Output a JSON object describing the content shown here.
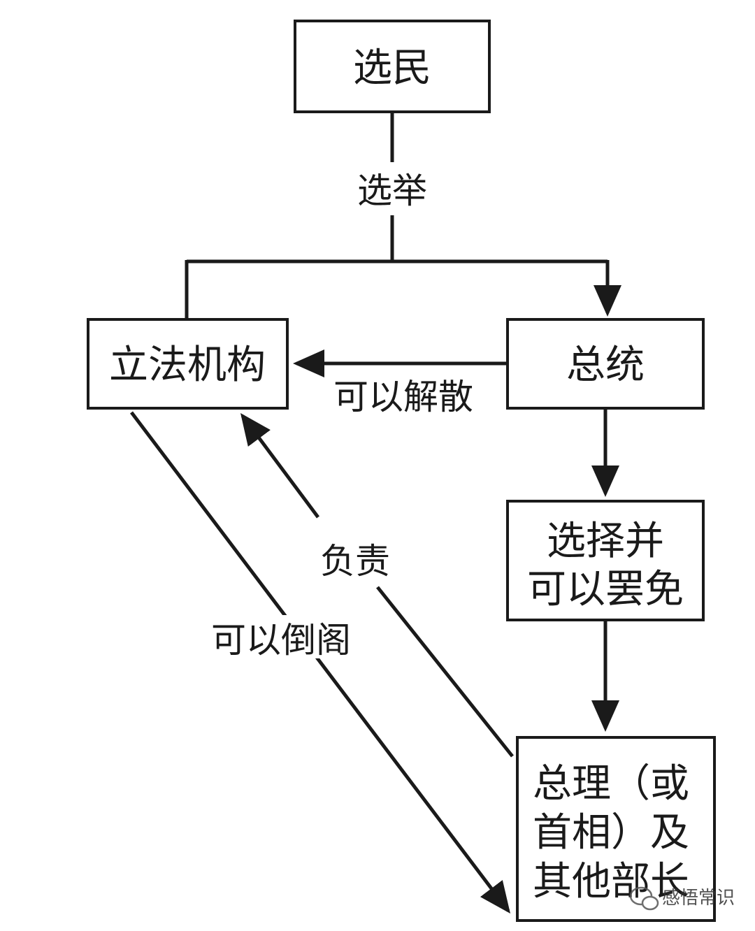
{
  "nodes": {
    "voters": "选民",
    "legislature": "立法机构",
    "president": "总统",
    "appoint_line1": "选择并",
    "appoint_line2": "可以罢免",
    "pm_line1": "总理（或",
    "pm_line2": "首相）及",
    "pm_line3": "其他部长"
  },
  "edges": {
    "elect": "选举",
    "dissolve": "可以解散",
    "responsible": "负责",
    "no_confidence": "可以倒阁"
  },
  "watermark": {
    "text": "感悟常识",
    "icon": "wechat-icon"
  },
  "colors": {
    "ink": "#1a1a1a",
    "background": "#ffffff"
  }
}
